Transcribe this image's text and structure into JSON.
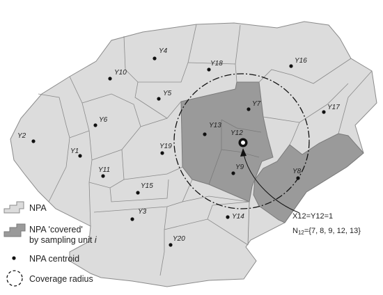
{
  "map": {
    "colors": {
      "npa_fill": "#dcdcdc",
      "covered_fill": "#9a9a9a",
      "border": "#8a8a8a",
      "centroid": "#111111"
    },
    "centroid_labels": [
      "Y1",
      "Y2",
      "Y3",
      "Y4",
      "Y5",
      "Y6",
      "Y7",
      "Y8",
      "Y9",
      "Y10",
      "Y11",
      "Y12",
      "Y13",
      "Y14",
      "Y15",
      "Y16",
      "Y17",
      "Y18",
      "Y19",
      "Y20"
    ]
  },
  "annotation": {
    "line1": "X12=Y12=1",
    "line2_prefix": "N",
    "line2_sub": "12",
    "line2_suffix": "={7, 8, 9, 12, 13}"
  },
  "legend": {
    "npa": "NPA",
    "covered_line1": "NPA 'covered'",
    "covered_line2_text": "by sampling unit ",
    "covered_line2_italic": "i",
    "centroid": "NPA centroid",
    "radius": "Coverage radius"
  }
}
